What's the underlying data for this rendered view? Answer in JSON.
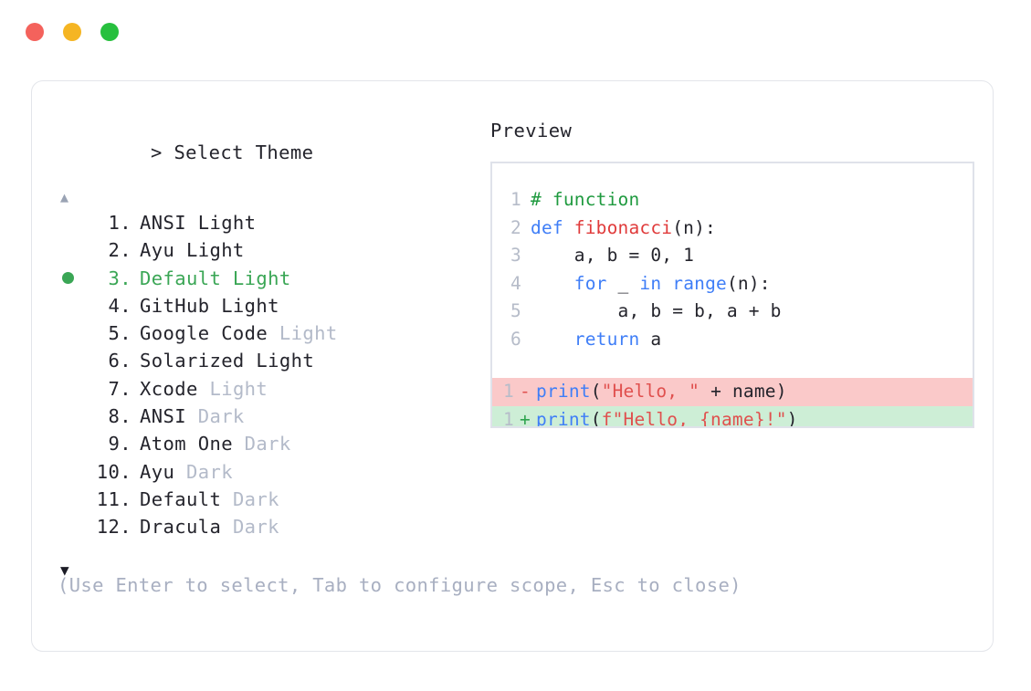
{
  "window": {
    "buttons": [
      {
        "name": "close",
        "color": "#f4625c"
      },
      {
        "name": "minimize",
        "color": "#f5b523"
      },
      {
        "name": "maximize",
        "color": "#27c03e"
      }
    ]
  },
  "selector": {
    "prompt_symbol": ">",
    "prompt_title": "Select Theme",
    "scroll_up_glyph": "▲",
    "scroll_down_glyph": "▼",
    "selected_index": 3,
    "selected_bullet_color": "#3aa655",
    "selected_text_color": "#3aa655",
    "dim_suffix_color": "#b3bac9",
    "items": [
      {
        "num": "1.",
        "name": "ANSI Light",
        "dim_suffix": "",
        "selected": false
      },
      {
        "num": "2.",
        "name": "Ayu Light",
        "dim_suffix": "",
        "selected": false
      },
      {
        "num": "3.",
        "name": "Default Light",
        "dim_suffix": "",
        "selected": true
      },
      {
        "num": "4.",
        "name": "GitHub Light",
        "dim_suffix": "",
        "selected": false
      },
      {
        "num": "5.",
        "name": "Google Code",
        "dim_suffix": "Light",
        "selected": false
      },
      {
        "num": "6.",
        "name": "Solarized Light",
        "dim_suffix": "",
        "selected": false
      },
      {
        "num": "7.",
        "name": "Xcode",
        "dim_suffix": "Light",
        "selected": false
      },
      {
        "num": "8.",
        "name": "ANSI",
        "dim_suffix": "Dark",
        "selected": false
      },
      {
        "num": "9.",
        "name": "Atom One",
        "dim_suffix": "Dark",
        "selected": false
      },
      {
        "num": "10.",
        "name": "Ayu",
        "dim_suffix": "Dark",
        "selected": false
      },
      {
        "num": "11.",
        "name": "Default",
        "dim_suffix": "Dark",
        "selected": false
      },
      {
        "num": "12.",
        "name": "Dracula",
        "dim_suffix": "Dark",
        "selected": false
      }
    ],
    "hint": "(Use Enter to select, Tab to configure scope, Esc to close)"
  },
  "preview": {
    "label": "Preview",
    "code_lines": [
      {
        "num": "1",
        "tokens": [
          {
            "t": "# function",
            "c": "comment"
          }
        ]
      },
      {
        "num": "2",
        "tokens": [
          {
            "t": "def ",
            "c": "keyword"
          },
          {
            "t": "fibonacci",
            "c": "func"
          },
          {
            "t": "(n):",
            "c": "plain"
          }
        ]
      },
      {
        "num": "3",
        "tokens": [
          {
            "t": "    a, b = 0, 1",
            "c": "plain"
          }
        ]
      },
      {
        "num": "4",
        "tokens": [
          {
            "t": "    ",
            "c": "plain"
          },
          {
            "t": "for",
            "c": "keyword"
          },
          {
            "t": " _ ",
            "c": "plain"
          },
          {
            "t": "in",
            "c": "keyword"
          },
          {
            "t": " ",
            "c": "plain"
          },
          {
            "t": "range",
            "c": "builtin"
          },
          {
            "t": "(n):",
            "c": "plain"
          }
        ]
      },
      {
        "num": "5",
        "tokens": [
          {
            "t": "        a, b = b, a + b",
            "c": "plain"
          }
        ]
      },
      {
        "num": "6",
        "tokens": [
          {
            "t": "    ",
            "c": "plain"
          },
          {
            "t": "return",
            "c": "keyword"
          },
          {
            "t": " a",
            "c": "plain"
          }
        ]
      }
    ],
    "diff_lines": [
      {
        "num": "1",
        "sign": "-",
        "kind": "del",
        "bg": "#fac9c9",
        "tokens": [
          {
            "t": "print",
            "c": "builtin"
          },
          {
            "t": "(",
            "c": "plain"
          },
          {
            "t": "\"Hello, \"",
            "c": "string"
          },
          {
            "t": " + name)",
            "c": "plain"
          }
        ]
      },
      {
        "num": "1",
        "sign": "+",
        "kind": "add",
        "bg": "#cdeed6",
        "tokens": [
          {
            "t": "print",
            "c": "builtin"
          },
          {
            "t": "(",
            "c": "plain"
          },
          {
            "t": "f\"Hello, {name}!\"",
            "c": "string"
          },
          {
            "t": ")",
            "c": "plain"
          }
        ]
      }
    ]
  }
}
